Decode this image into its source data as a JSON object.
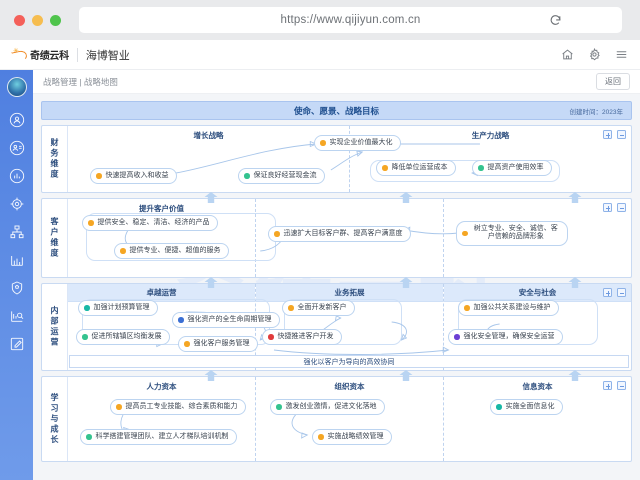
{
  "browser": {
    "url": "https://www.qijiyun.com.cn",
    "reload_icon": "reload-icon"
  },
  "appbar": {
    "logo_text": "奇绩云科",
    "org_name": "海博智业",
    "icons": [
      "home-icon",
      "gear-icon",
      "menu-icon"
    ]
  },
  "sidebar": {
    "avatar": "user-avatar",
    "items": [
      {
        "icon": "team-icon"
      },
      {
        "icon": "contact-card-icon"
      },
      {
        "icon": "chart-circle-icon"
      },
      {
        "icon": "target-icon"
      },
      {
        "icon": "org-tree-icon"
      },
      {
        "icon": "bar-chart-icon"
      },
      {
        "icon": "shield-icon"
      },
      {
        "icon": "analysis-icon"
      },
      {
        "icon": "edit-icon"
      }
    ]
  },
  "breadcrumb": {
    "text": "战略管理 | 战略地图",
    "back_label": "返回"
  },
  "watermark": "奇绩云科",
  "map": {
    "title": "使命、愿景、战略目标",
    "created": "创建时间：2023年",
    "rows": [
      {
        "label": "财务维度",
        "columns": [
          {
            "head": "增长战略"
          },
          {
            "head": "生产力战略"
          }
        ],
        "nodes": [
          {
            "text": "实现企业价值最大化",
            "color": "orange"
          },
          {
            "text": "快速提高收入和收益",
            "color": "orange"
          },
          {
            "text": "保证良好经营现金流",
            "color": "green"
          },
          {
            "text": "降低单位运营成本",
            "color": "orange"
          },
          {
            "text": "提高资产使用效率",
            "color": "green"
          }
        ]
      },
      {
        "label": "客户维度",
        "columns": [
          {
            "head": "提升客户价值"
          },
          {
            "head": ""
          },
          {
            "head": ""
          }
        ],
        "nodes": [
          {
            "text": "提供安全、稳定、清洁、经济的产品",
            "color": "orange"
          },
          {
            "text": "提供专业、便捷、超值的服务",
            "color": "orange"
          },
          {
            "text": "迅速扩大目标客户群、提高客户满意度",
            "color": "orange"
          },
          {
            "text": "树立专业、安全、诚信、客户信赖的品牌形象",
            "color": "orange"
          }
        ]
      },
      {
        "label": "内部运营",
        "columns": [
          {
            "head": "卓越运营"
          },
          {
            "head": "业务拓展"
          },
          {
            "head": "安全与社会"
          }
        ],
        "nodes": [
          {
            "text": "加强计划预算管理",
            "color": "teal"
          },
          {
            "text": "强化资产的全生命周期管理",
            "color": "blue"
          },
          {
            "text": "促进所辖镇区均衡发展",
            "color": "green"
          },
          {
            "text": "强化客户服务管理",
            "color": "orange"
          },
          {
            "text": "全面开发新客户",
            "color": "orange"
          },
          {
            "text": "快捷推进客户开发",
            "color": "red"
          },
          {
            "text": "加强公共关系建设与维护",
            "color": "orange"
          },
          {
            "text": "强化安全管理，确保安全运营",
            "color": "purple"
          }
        ],
        "synergy": "强化以客户为导向的高效协同"
      },
      {
        "label": "学习与成长",
        "columns": [
          {
            "head": "人力资本"
          },
          {
            "head": "组织资本"
          },
          {
            "head": "信息资本"
          }
        ],
        "nodes": [
          {
            "text": "提高员工专业技能、综合素质和能力",
            "color": "orange"
          },
          {
            "text": "科学搭建管理团队、建立人才梯队培训机制",
            "color": "green"
          },
          {
            "text": "激发创业激情，促进文化落地",
            "color": "green"
          },
          {
            "text": "实施战略绩效管理",
            "color": "orange"
          },
          {
            "text": "实施全面信息化",
            "color": "teal"
          }
        ]
      }
    ],
    "panel_controls": {
      "expand": "expand-icon",
      "collapse": "collapse-icon"
    }
  }
}
